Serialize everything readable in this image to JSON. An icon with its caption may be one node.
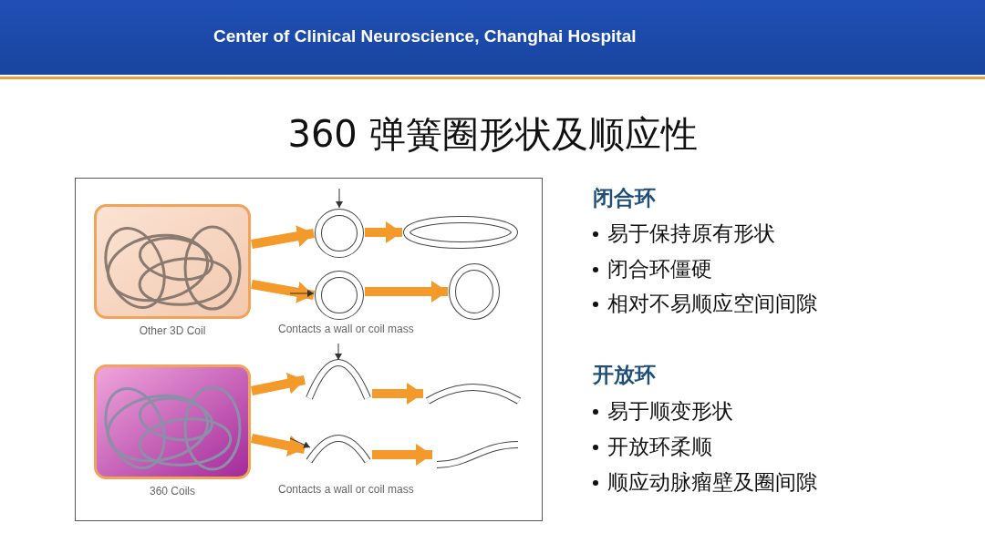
{
  "diagram": {
    "title": "360 弹簧圈形状及顺应性",
    "nodes": [
      {
        "text": [],
        "shape": "picture",
        "beside": [
          "Other 3D Coil"
        ]
      },
      {
        "text": [],
        "shape": "circle"
      },
      {
        "text": [],
        "shape": "ellipse"
      },
      {
        "text": [],
        "shape": "circle"
      },
      {
        "text": [],
        "shape": "circle"
      },
      {
        "text": [],
        "shape": "picture",
        "beside": [
          "360 Coils"
        ]
      },
      {
        "text": [],
        "shape": "arc"
      },
      {
        "text": [],
        "shape": "arc"
      },
      {
        "text": [],
        "shape": "arc"
      },
      {
        "text": [],
        "shape": "curve"
      }
    ],
    "edges": [
      {
        "from": 0,
        "to": 1,
        "arrow": "to"
      },
      {
        "from": 1,
        "to": 2,
        "arrow": "to"
      },
      {
        "from": 0,
        "to": 3,
        "arrow": "to"
      },
      {
        "from": 3,
        "to": 4,
        "arrow": "to"
      },
      {
        "from": 5,
        "to": 6,
        "arrow": "to"
      },
      {
        "from": 6,
        "to": 7,
        "arrow": "to"
      },
      {
        "from": 5,
        "to": 8,
        "arrow": "to"
      },
      {
        "from": 8,
        "to": 9,
        "arrow": "to"
      }
    ],
    "labels": [
      "Center of Clinical Neuroscience, Changhai Hospital",
      "Contacts a wall or coil mass",
      "Contacts a wall or coil mass",
      "闭合环",
      "易于保持原有形状",
      "闭合环僵硬",
      "相对不易顺应空间间隙",
      "开放环",
      "易于顺变形状",
      "开放环柔顺",
      "顺应动脉瘤壁及圈间隙"
    ]
  }
}
